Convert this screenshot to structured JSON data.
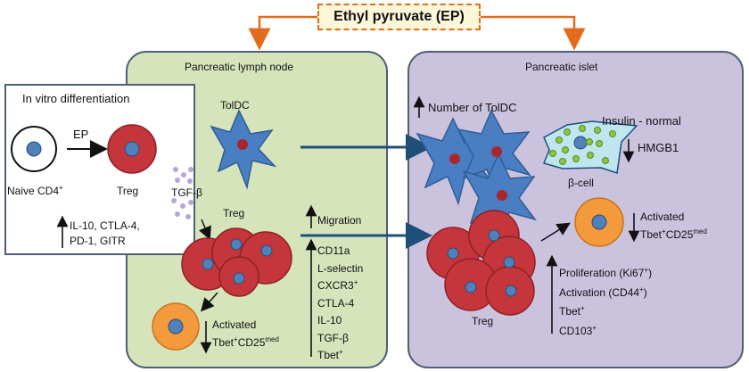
{
  "title": "Ethyl pyruvate (EP)",
  "invitro": {
    "heading": "In vitro differentiation",
    "arrow_label": "EP",
    "naive_label": "Naive CD4",
    "naive_sup": "+",
    "treg_label": "Treg",
    "effect_line1": "IL-10, CTLA-4,",
    "effect_line2": "PD-1, GITR"
  },
  "lymph_node": {
    "heading": "Pancreatic lymph node",
    "toldc_label": "TolDC",
    "tgf_label": "TGF-β",
    "treg_label": "Treg",
    "migration_label": "Migration",
    "markers": [
      "CD11a",
      "L-selectin",
      "CXCR3",
      "CTLA-4",
      "IL-10",
      "TGF-β",
      "Tbet"
    ],
    "marker_sups": [
      "",
      "",
      "+",
      "",
      "",
      "",
      "+"
    ],
    "activated_label": "Activated",
    "activated_line2_a": "Tbet",
    "activated_line2_sup": "+",
    "activated_line2_b": "CD25",
    "activated_line2_sup2": "med"
  },
  "islet": {
    "heading": "Pancreatic islet",
    "toldc_label": "Number of TolDC",
    "insulin_label": "Insulin - normal",
    "hmgb1_label": "HMGB1",
    "beta_cell_label": "β-cell",
    "treg_label": "Treg",
    "activated_label": "Activated",
    "activated_line2_a": "Tbet",
    "activated_line2_sup": "+",
    "activated_line2_b": "CD25",
    "activated_line2_sup2": "med",
    "effects": [
      {
        "text": "Proliferation  (Ki67",
        "sup": "+",
        "tail": ")"
      },
      {
        "text": "Activation  (CD44",
        "sup": "+",
        "tail": ")"
      },
      {
        "text": "Tbet",
        "sup": "+",
        "tail": ""
      },
      {
        "text": "CD103",
        "sup": "+",
        "tail": ""
      }
    ]
  },
  "colors": {
    "lymph_fill": "#d6e4bc",
    "islet_fill": "#cbc3de",
    "panel_border": "#4f5f75",
    "accent_orange": "#e26c1c",
    "arrow_blue": "#1f4e79",
    "treg_red": "#c5363c",
    "nucleus_blue": "#4f81bd",
    "dc_blue": "#4a7ec3",
    "activated_orange": "#f39a3c",
    "beta_cell_fill": "#bfe6ee",
    "granule_green": "#8dc63f"
  }
}
